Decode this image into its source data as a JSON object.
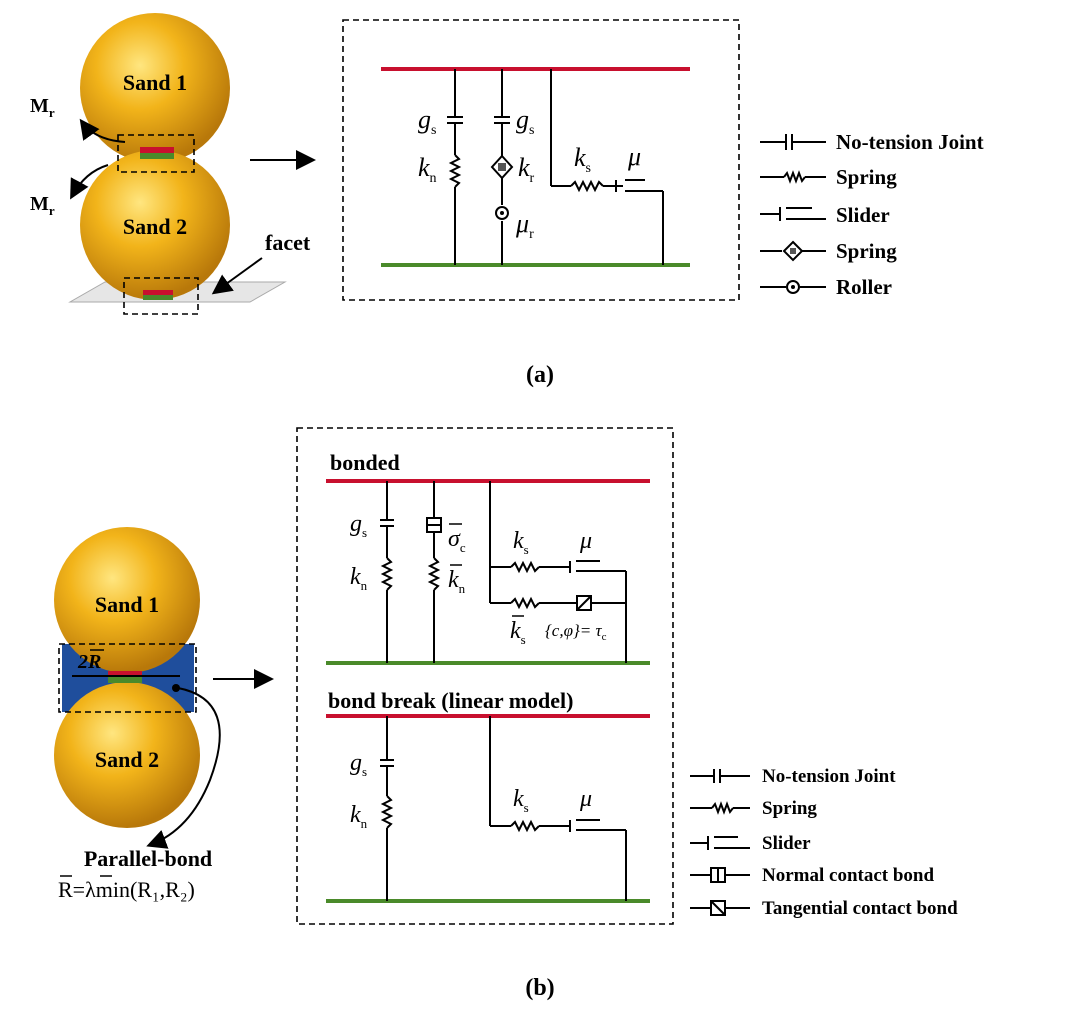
{
  "panel_a": {
    "caption": "(a)",
    "sand1": "Sand 1",
    "sand2": "Sand 2",
    "moment": "M",
    "moment_sub": "r",
    "facet": "facet",
    "symbols": {
      "gs": "g",
      "gs_sub": "s",
      "kn": "k",
      "kn_sub": "n",
      "kr": "k",
      "kr_sub": "r",
      "mur": "μ",
      "mur_sub": "r",
      "ks": "k",
      "ks_sub": "s",
      "mu": "μ"
    },
    "legend": [
      "No-tension Joint",
      "Spring",
      "Slider",
      "Spring",
      "Roller"
    ]
  },
  "panel_b": {
    "caption": "(b)",
    "sand1": "Sand 1",
    "sand2": "Sand 2",
    "twoR": "2R",
    "parallel_bond": "Parallel-bond",
    "formula": "R=λmin(R₁,R₂)",
    "bonded": "bonded",
    "bond_break": "bond  break (linear model)",
    "symbols": {
      "gs": "g",
      "gs_sub": "s",
      "kn": "k",
      "kn_sub": "n",
      "sigma": "σ",
      "sigma_sub": "c",
      "knbar": "k",
      "knbar_sub": "n",
      "ks": "k",
      "ks_sub": "s",
      "mu": "μ",
      "ksbar": "k",
      "ksbar_sub": "s",
      "cphi": "{c,φ}= τ",
      "cphi_sub": "c"
    },
    "legend": [
      "No-tension Joint",
      "Spring",
      "Slider",
      "Normal contact bond",
      "Tangential contact bond"
    ]
  }
}
